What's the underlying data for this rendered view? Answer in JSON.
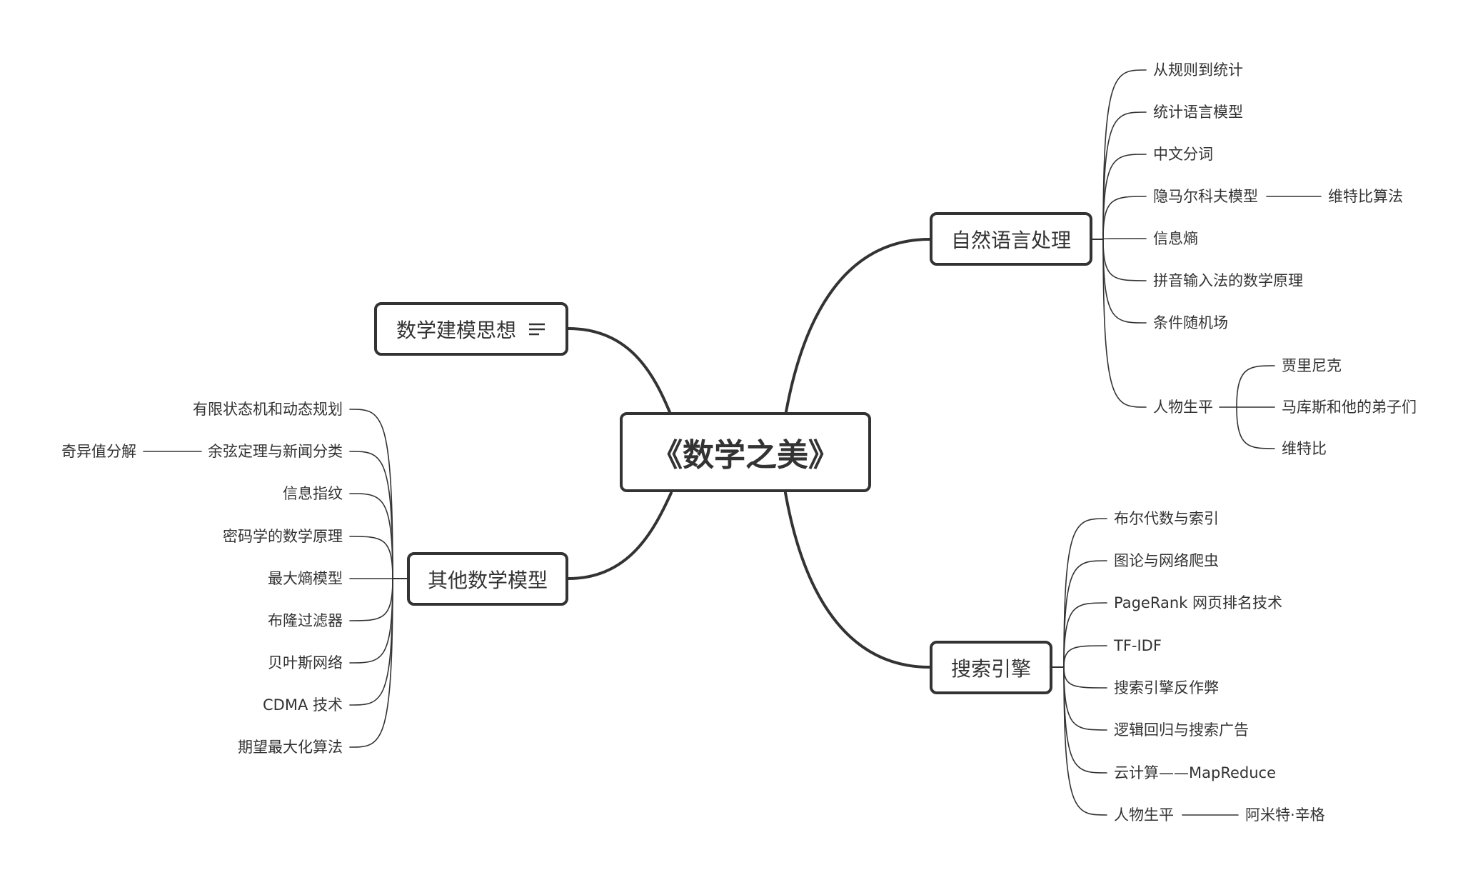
{
  "central": {
    "title": "《数学之美》"
  },
  "branches": {
    "nlp": {
      "title": "自然语言处理",
      "children": [
        {
          "label": "从规则到统计"
        },
        {
          "label": "统计语言模型"
        },
        {
          "label": "中文分词"
        },
        {
          "label": "隐马尔科夫模型",
          "children": [
            {
              "label": "维特比算法"
            }
          ]
        },
        {
          "label": "信息熵"
        },
        {
          "label": "拼音输入法的数学原理"
        },
        {
          "label": "条件随机场"
        },
        {
          "label": "人物生平",
          "children": [
            {
              "label": "贾里尼克"
            },
            {
              "label": "马库斯和他的弟子们"
            },
            {
              "label": "维特比"
            }
          ]
        }
      ]
    },
    "search": {
      "title": "搜索引擎",
      "children": [
        {
          "label": "布尔代数与索引"
        },
        {
          "label": "图论与网络爬虫"
        },
        {
          "label": "PageRank 网页排名技术"
        },
        {
          "label": "TF-IDF"
        },
        {
          "label": "搜索引擎反作弊"
        },
        {
          "label": "逻辑回归与搜索广告"
        },
        {
          "label": "云计算——MapReduce"
        },
        {
          "label": "人物生平",
          "children": [
            {
              "label": "阿米特·辛格"
            }
          ]
        }
      ]
    },
    "modeling": {
      "title": "数学建模思想",
      "notes_icon": "notes-icon"
    },
    "other": {
      "title": "其他数学模型",
      "children": [
        {
          "label": "有限状态机和动态规划"
        },
        {
          "label": "余弦定理与新闻分类",
          "children": [
            {
              "label": "奇异值分解"
            }
          ]
        },
        {
          "label": "信息指纹"
        },
        {
          "label": "密码学的数学原理"
        },
        {
          "label": "最大熵模型"
        },
        {
          "label": "布隆过滤器"
        },
        {
          "label": "贝叶斯网络"
        },
        {
          "label": "CDMA 技术"
        },
        {
          "label": "期望最大化算法"
        }
      ]
    }
  },
  "colors": {
    "line": "#333333",
    "text": "#333333",
    "background": "#ffffff"
  }
}
